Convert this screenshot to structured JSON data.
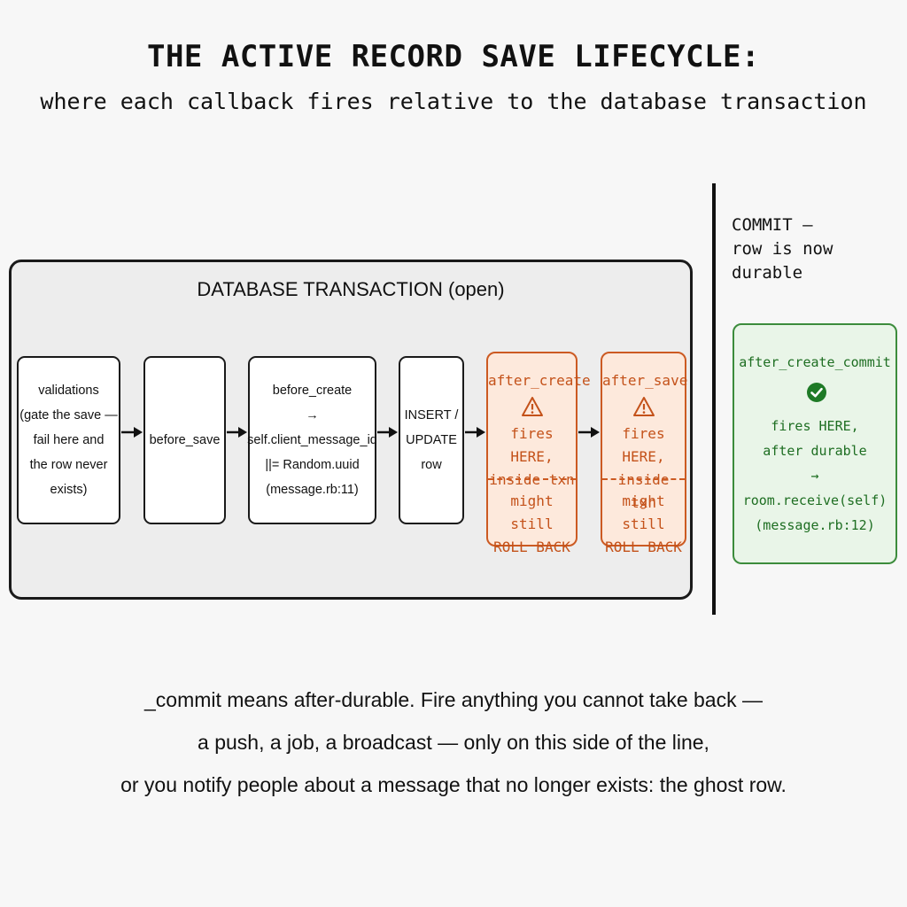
{
  "header": {
    "title": "THE ACTIVE RECORD SAVE LIFECYCLE:",
    "subtitle": "where each callback fires relative to the database transaction"
  },
  "transaction": {
    "label": "DATABASE  TRANSACTION (open)"
  },
  "commit": {
    "note": "COMMIT —\nrow is now\ndurable"
  },
  "steps": [
    {
      "text": "validations\n(gate the save —\nfail here and\nthe row never\nexists)"
    },
    {
      "text": "before_save"
    },
    {
      "text": "before_create\n→\nself.client_message_id\n||= Random.uuid\n(message.rb:11)"
    },
    {
      "text": "INSERT /\nUPDATE\nrow"
    }
  ],
  "warn_steps": [
    {
      "name": "after_create",
      "note": "fires HERE,\ninside txn",
      "risk": "might still\nROLL BACK"
    },
    {
      "name": "after_save",
      "note": "fires HERE,\ninside txn",
      "risk": "might still\nROLL BACK"
    }
  ],
  "commit_step": {
    "name": "after_create_commit",
    "body": "fires HERE,\nafter durable\n→\nroom.receive(self)\n(message.rb:12)"
  },
  "footer": {
    "line1": "_commit means after-durable. Fire anything you cannot take back —",
    "line2": "a push, a job, a broadcast — only on this side of the line,",
    "line3": "or you notify people about a message that no longer exists: the ghost row."
  },
  "icons": {
    "warning": "warning-triangle-icon",
    "check": "check-circle-icon",
    "arrow": "arrow-right-icon"
  },
  "colors": {
    "warning_border": "#cc5a22",
    "warning_fill": "#fde9dc",
    "ok_border": "#3c8c3c",
    "ok_fill": "#e9f5e8"
  }
}
